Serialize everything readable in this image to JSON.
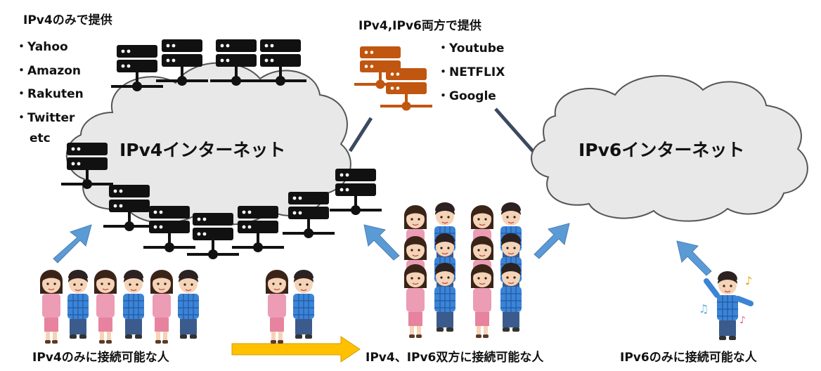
{
  "ipv4_only_section": {
    "title": "IPv4のみで提供",
    "items": [
      "・Yahoo",
      "・Amazon",
      "・Rakuten",
      "・Twitter",
      "etc"
    ]
  },
  "dual_section": {
    "title": "IPv4,IPv6両方で提供",
    "items": [
      "・Youtube",
      "・NETFLIX",
      "・Google"
    ]
  },
  "clouds": {
    "ipv4": "IPv4インターネット",
    "ipv6": "IPv6インターネット"
  },
  "people_labels": {
    "ipv4_only": "IPv4のみに接続可能な人",
    "dual": "IPv4、IPv6双方に接続可能な人",
    "ipv6_only": "IPv6のみに接続可能な人"
  },
  "colors": {
    "server_black": "#111111",
    "server_orange": "#c0560f",
    "cloud_fill": "#e8e8e8",
    "cloud_stroke": "#555555",
    "arrow_blue": "#5b9bd5",
    "arrow_yellow": "#ffc000"
  },
  "icons": {
    "server": "server-rack-icon",
    "person_female": "person-female-icon",
    "person_male": "person-male-icon",
    "music_note": "music-note-icon"
  }
}
